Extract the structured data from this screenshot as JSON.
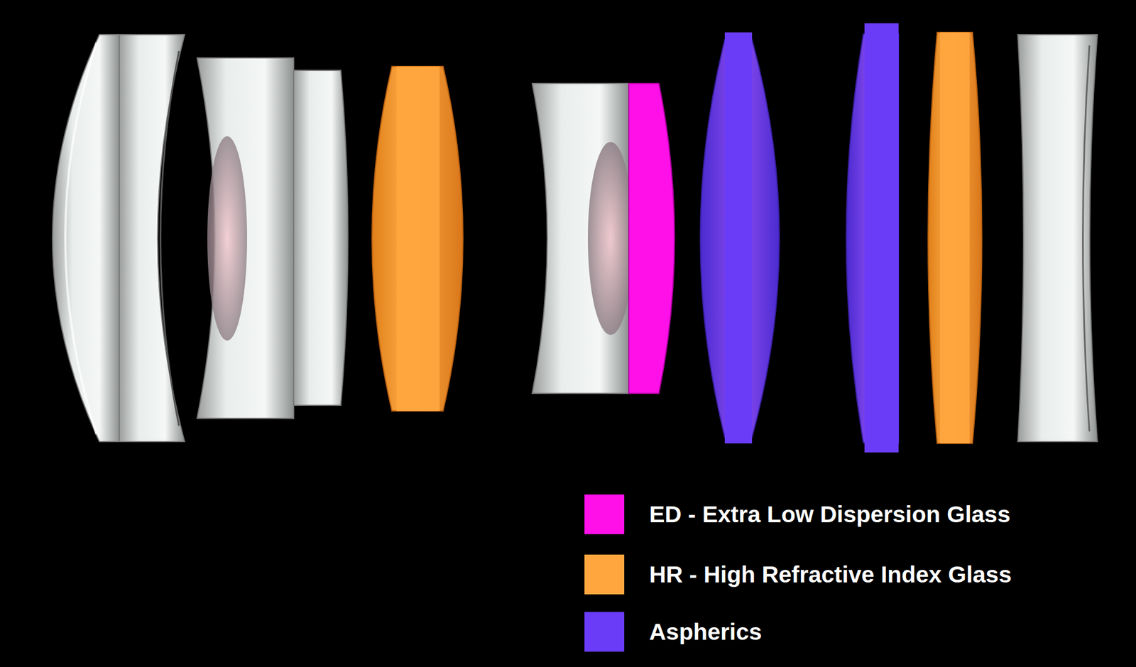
{
  "diagram": {
    "legend": [
      {
        "text": "ED - Extra Low Dispersion Glass",
        "color": "#ff10e8"
      },
      {
        "text": "HR - High Refractive Index Glass",
        "color": "#ffa63e"
      },
      {
        "text": "Aspherics",
        "color": "#6a3cf8"
      }
    ]
  }
}
